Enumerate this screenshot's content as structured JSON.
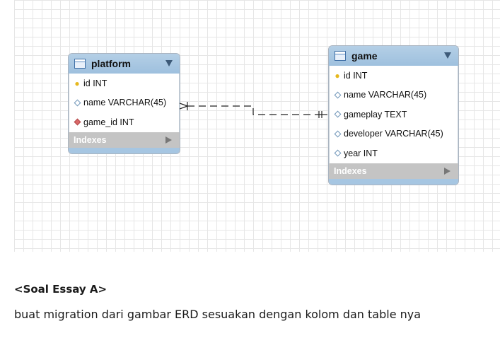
{
  "diagram": {
    "tables": [
      {
        "name": "platform",
        "columns": [
          {
            "icon": "primary-key-icon",
            "text": "id INT"
          },
          {
            "icon": "attribute-icon",
            "text": "name VARCHAR(45)"
          },
          {
            "icon": "foreign-key-icon",
            "text": "game_id INT"
          }
        ],
        "indexes_label": "Indexes"
      },
      {
        "name": "game",
        "columns": [
          {
            "icon": "primary-key-icon",
            "text": "id INT"
          },
          {
            "icon": "attribute-icon",
            "text": "name VARCHAR(45)"
          },
          {
            "icon": "attribute-icon",
            "text": "gameplay TEXT"
          },
          {
            "icon": "attribute-icon",
            "text": "developer VARCHAR(45)"
          },
          {
            "icon": "attribute-icon",
            "text": "year INT"
          }
        ],
        "indexes_label": "Indexes"
      }
    ],
    "relationship": {
      "from": "platform.name",
      "to": "game.gameplay",
      "from_cardinality": "one-or-many",
      "to_cardinality": "exactly-one",
      "style": "dashed"
    }
  },
  "question": {
    "title": "<Soal Essay A>",
    "body": "buat migration dari gambar ERD sesuakan dengan kolom dan table nya"
  }
}
